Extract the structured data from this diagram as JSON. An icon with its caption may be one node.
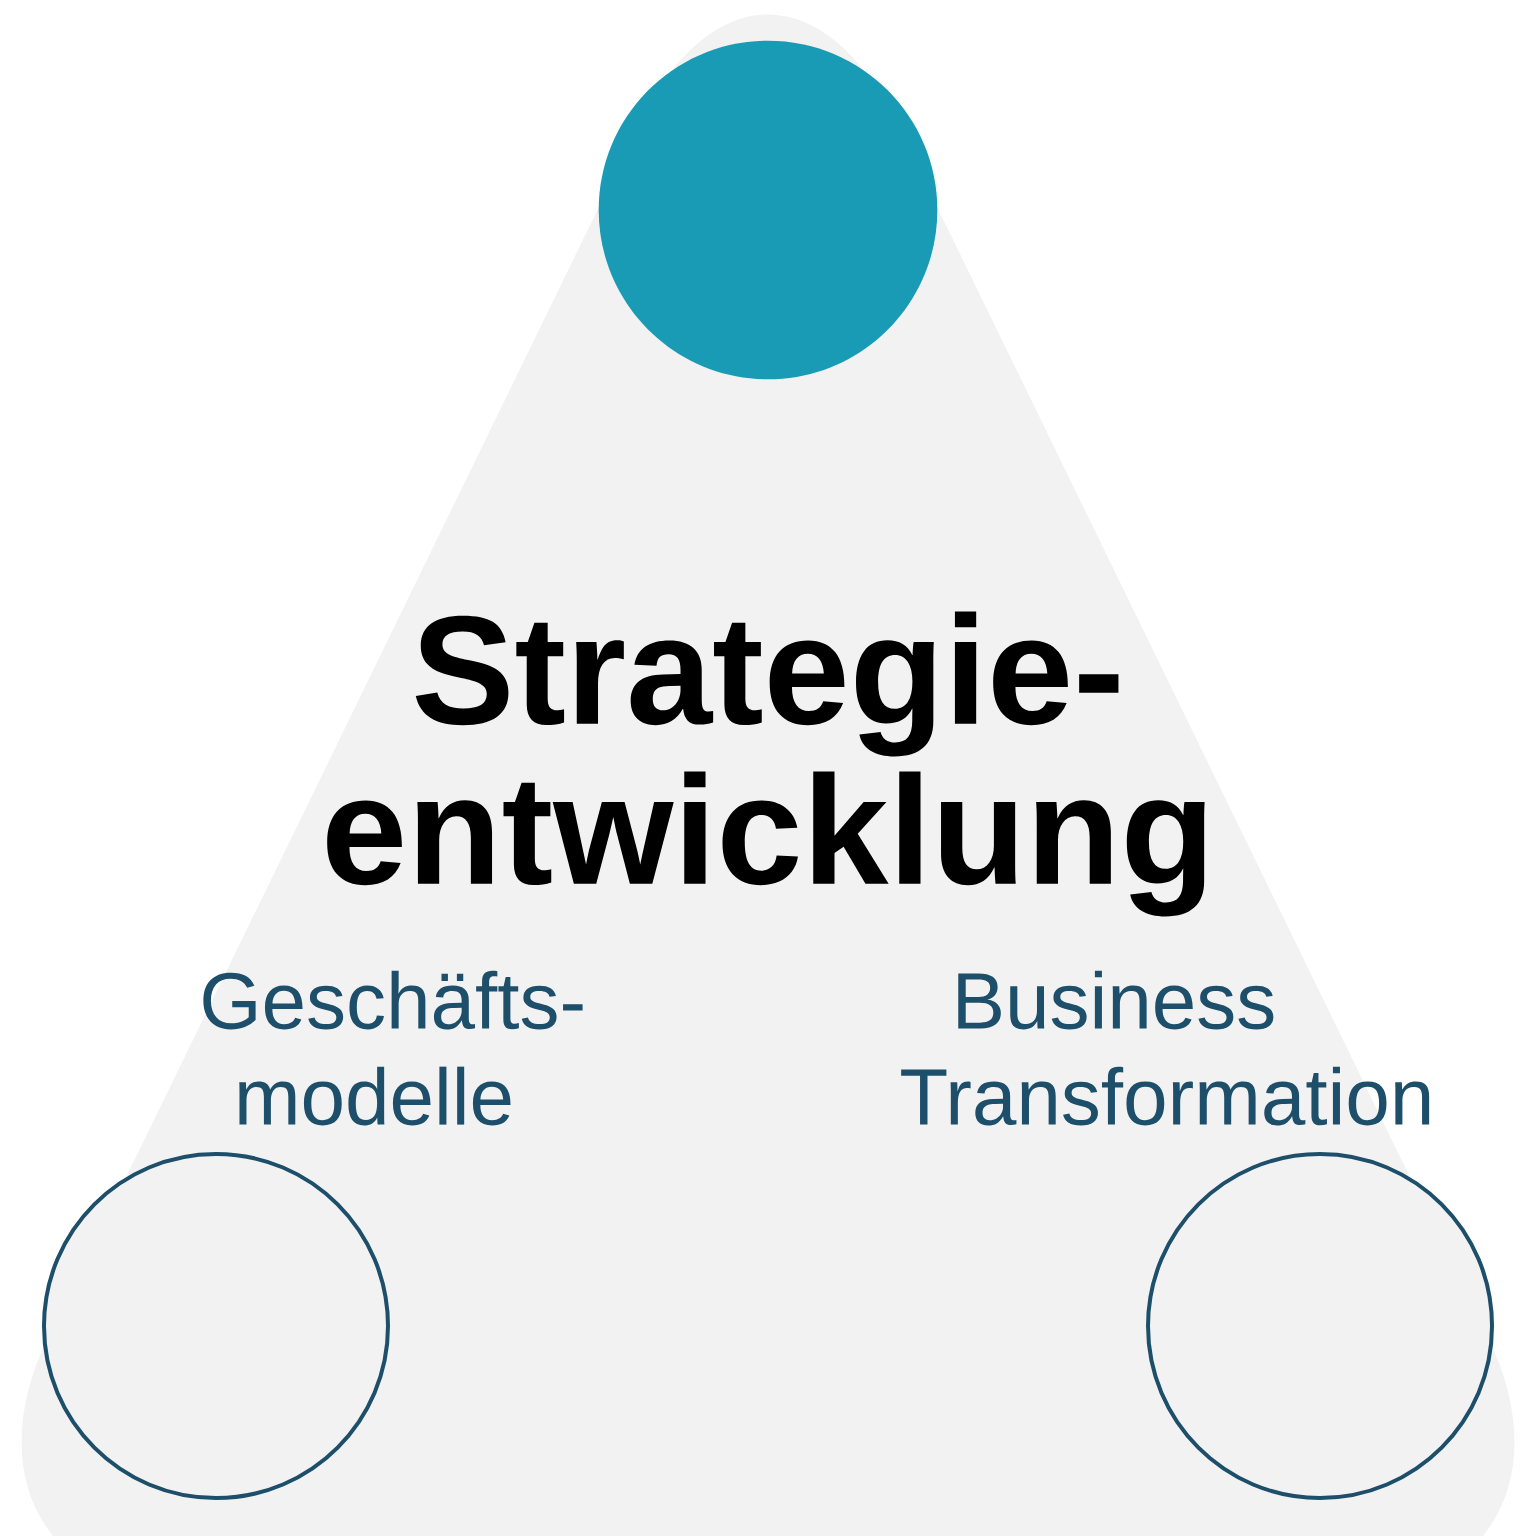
{
  "diagram": {
    "nodes": [
      {
        "text": [
          "Strategie- entwicklung"
        ]
      },
      {
        "text": [],
        "shape": "circle",
        "in": 0
      },
      {
        "text": [],
        "shape": "circle",
        "in": 0,
        "beside": [
          "Geschäfts- modelle"
        ]
      },
      {
        "text": [],
        "shape": "circle",
        "in": 0,
        "beside": [
          "Business Transformation"
        ]
      }
    ]
  }
}
